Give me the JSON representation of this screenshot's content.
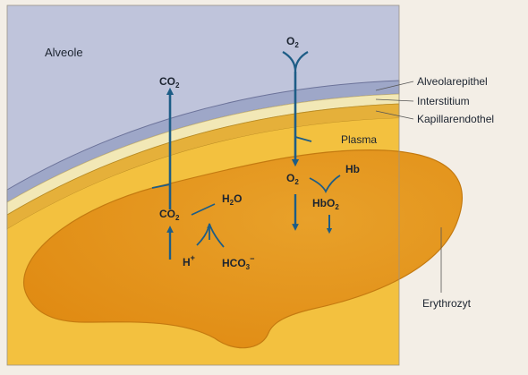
{
  "labels": {
    "alveole": "Alveole",
    "alveolarepithel": "Alveolarepithel",
    "interstitium": "Interstitium",
    "kapillarendothel": "Kapillarendothel",
    "plasma": "Plasma",
    "erythrozyt": "Erythrozyt"
  },
  "chem": {
    "co2_top": {
      "base": "CO",
      "sub": "2"
    },
    "o2_top": {
      "base": "O",
      "sub": "2"
    },
    "o2_mid": {
      "base": "O",
      "sub": "2"
    },
    "hb": "Hb",
    "hbo2": {
      "base": "HbO",
      "sub": "2"
    },
    "co2_low": {
      "base": "CO",
      "sub": "2"
    },
    "h2o": {
      "base": "H",
      "sub": "2",
      "tail": "O"
    },
    "hplus": {
      "base": "H",
      "sup": "+"
    },
    "hco3": {
      "base": "HCO",
      "sub": "3",
      "sup": "−"
    }
  },
  "colors": {
    "alveole": "#b9bfd9",
    "epithel": "#9ea7c8",
    "interstitium": "#f0e6b0",
    "endothel": "#e8b53c",
    "plasma": "#f2be3a",
    "erythrozyt": "#e99a1e",
    "arrow": "#1d5d86"
  }
}
